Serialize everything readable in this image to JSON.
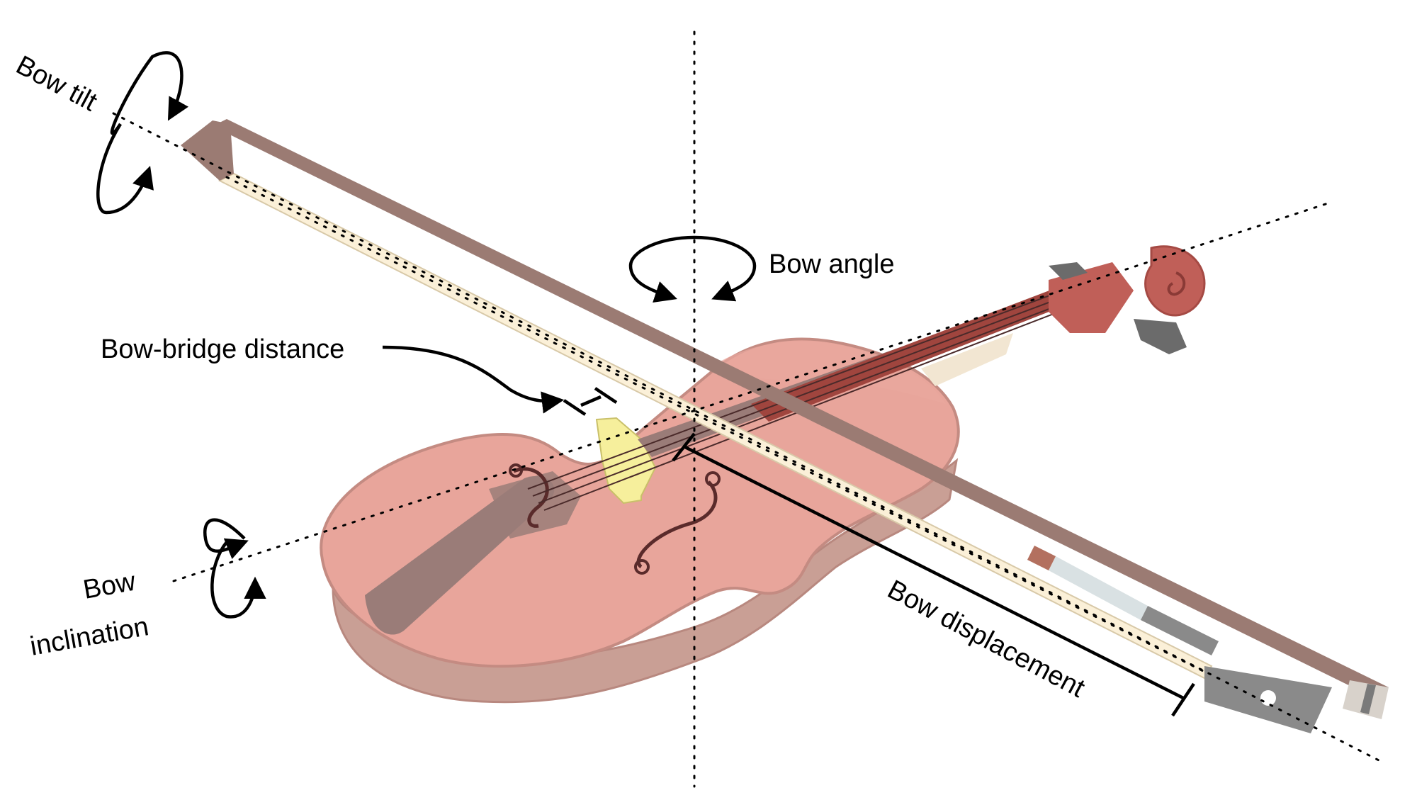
{
  "labels": {
    "bow_tilt": "Bow tilt",
    "bow_angle": "Bow angle",
    "bow_bridge_distance": "Bow-bridge distance",
    "bow_inclination_line1": "Bow",
    "bow_inclination_line2": "inclination",
    "bow_displacement": "Bow displacement"
  },
  "colors": {
    "violin_body": "#e8a59b",
    "violin_edge": "#c48b82",
    "violin_side": "#c99f95",
    "fingerboard": "#9a7c78",
    "neck": "#a0453e",
    "scroll": "#c05f58",
    "bridge": "#f6ef9c",
    "bow_stick": "#9b7b73",
    "bow_hair": "#fbf0d8",
    "frog": "#8a8a8a",
    "wrap": "#d9e1e3",
    "annotation": "#000000"
  }
}
